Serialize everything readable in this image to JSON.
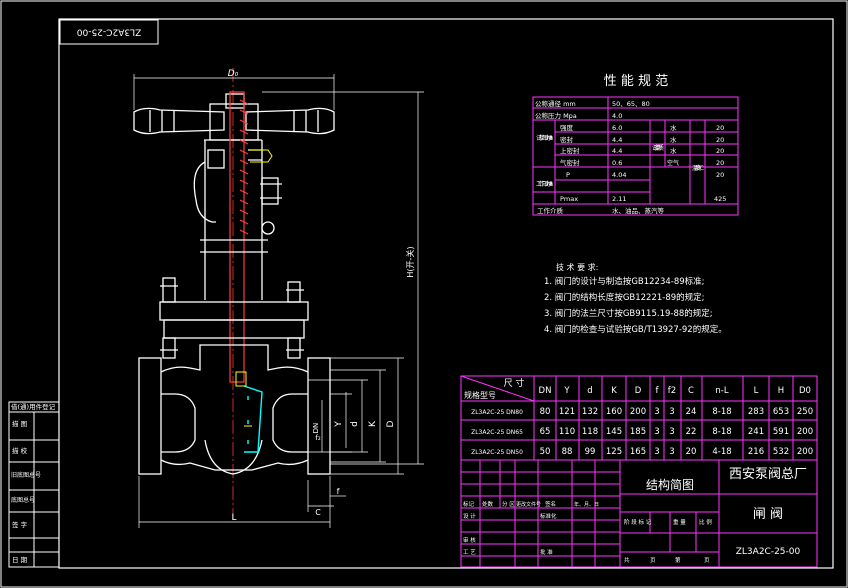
{
  "drawing_code": "ZL3A2C-25-00",
  "dims": {
    "d0": "D₀",
    "h_range": "H(开-关)",
    "L": "L",
    "D": "D",
    "K": "K",
    "d": "d",
    "y": "Y",
    "DN": "DN",
    "f": "f",
    "C": "C",
    "f2": "f₂"
  },
  "performance": {
    "title": "性 能 规 范",
    "rows": [
      {
        "label": "公称通径 mm",
        "value": "50、65、80"
      },
      {
        "label": "公称压力 Mpa",
        "value": "4.0"
      }
    ],
    "test_group": "试验压力 MPa",
    "tests": [
      {
        "name": "强度",
        "value": "6.0",
        "medium": "水",
        "temp": "20"
      },
      {
        "name": "密封",
        "value": "4.4",
        "medium": "水",
        "temp": "20"
      },
      {
        "name": "上密封",
        "value": "4.4",
        "medium": "水",
        "temp": "20"
      },
      {
        "name": "气密封",
        "value": "0.6",
        "medium": "空气",
        "temp": "20"
      }
    ],
    "medium_col": "试验介质",
    "temp_col": "温度 ℃",
    "work_group": "工作压力 MPa",
    "work": [
      {
        "name": "P",
        "value": "4.04",
        "temp": "20"
      },
      {
        "name": "Pmax",
        "value": "2.11",
        "temp": "425"
      }
    ],
    "medium_row_label": "工作介质",
    "medium_row_value": "水、油品、蒸汽等"
  },
  "tech": {
    "title": "技 术 要 求:",
    "items": [
      "1. 阀门的设计与制造按GB12234-89标准;",
      "2. 阀门的结构长度按GB12221-89的规定;",
      "3. 阀门的法兰尺寸按GB9115.19-88的规定;",
      "4. 阀门的检查与试验按GB/T13927-92的规定。"
    ]
  },
  "dim_table": {
    "corner_top": "尺 寸",
    "corner_bottom": "规格型号",
    "headers": [
      "DN",
      "Y",
      "d",
      "K",
      "D",
      "f",
      "f2",
      "C",
      "n-L",
      "L",
      "H",
      "D0"
    ],
    "rows": [
      [
        "ZL3A2C-25 DN80",
        "80",
        "121",
        "132",
        "160",
        "200",
        "3",
        "3",
        "24",
        "8-18",
        "283",
        "653",
        "250"
      ],
      [
        "ZL3A2C-25 DN65",
        "65",
        "110",
        "118",
        "145",
        "185",
        "3",
        "3",
        "22",
        "8-18",
        "241",
        "591",
        "200"
      ],
      [
        "ZL3A2C-25 DN50",
        "50",
        "88",
        "99",
        "125",
        "165",
        "3",
        "3",
        "20",
        "4-18",
        "216",
        "532",
        "200"
      ]
    ]
  },
  "title_block": {
    "drawing_name": "结构简图",
    "company": "西安泵阀总厂",
    "part_name": "闸 阀",
    "code": "ZL3A2C-25-00",
    "rev_headers": [
      "标记",
      "处数",
      "分 区",
      "更改文件号",
      "签名",
      "年、月、日"
    ],
    "roles": [
      "设 计",
      "审 核",
      "工 艺"
    ],
    "std_label": "标准化",
    "approve_label": "批 准",
    "stage_headers": [
      "阶 段 标 记",
      "重 量",
      "比 例"
    ],
    "sheet_info": [
      "共",
      "页",
      "第",
      "页"
    ]
  },
  "left_sidebar": {
    "title": "借(通)用件登记",
    "labels": [
      "描 图",
      "描 校",
      "旧底图总号",
      "底图总号",
      "签 字",
      "日 期"
    ]
  }
}
